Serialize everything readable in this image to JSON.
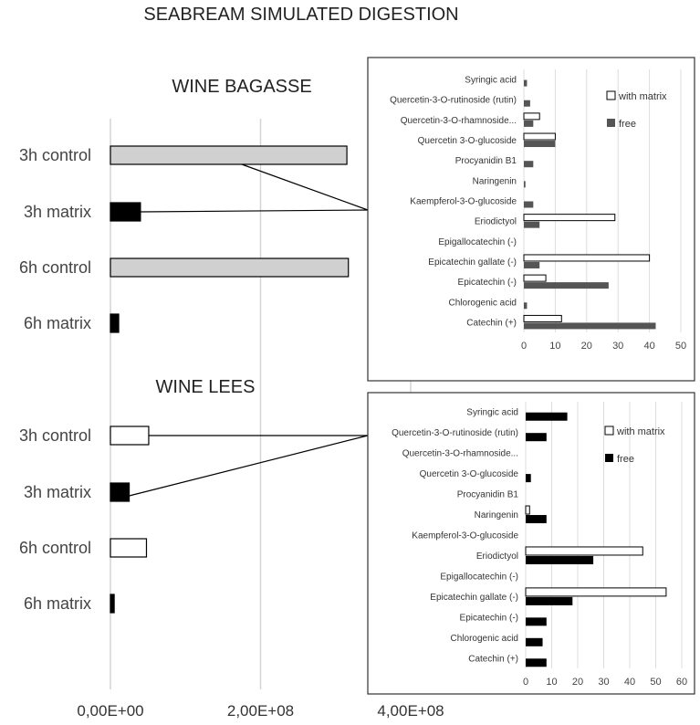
{
  "title": "SEABREAM SIMULATED DIGESTION",
  "chart_data": [
    {
      "id": "main",
      "type": "bar",
      "orientation": "horizontal",
      "x_tick_labels": [
        "0,00E+00",
        "2,00E+08",
        "4,00E+08"
      ],
      "x_ticks": [
        0,
        200000000,
        400000000
      ],
      "xlim": [
        0,
        400000000
      ],
      "grid": true,
      "groups": [
        {
          "title": "WINE BAGASSE",
          "bars": [
            {
              "label": "3h control",
              "value": 315000000,
              "color": "#d0d0d0"
            },
            {
              "label": "3h matrix",
              "value": 40000000,
              "color": "#000000"
            },
            {
              "label": "6h control",
              "value": 317000000,
              "color": "#d0d0d0"
            },
            {
              "label": "6h matrix",
              "value": 11000000,
              "color": "#000000"
            }
          ]
        },
        {
          "title": "WINE LEES",
          "bars": [
            {
              "label": "3h control",
              "value": 51000000,
              "color": "#ffffff"
            },
            {
              "label": "3h matrix",
              "value": 25000000,
              "color": "#000000"
            },
            {
              "label": "6h control",
              "value": 48000000,
              "color": "#ffffff"
            },
            {
              "label": "6h matrix",
              "value": 5000000,
              "color": "#000000"
            }
          ]
        }
      ]
    },
    {
      "id": "bagasse-detail",
      "type": "bar",
      "orientation": "horizontal",
      "categories": [
        "Syringic acid",
        "Quercetin-3-O-rutinoside (rutin)",
        "Quercetin-3-O-rhamnoside...",
        "Quercetin 3-O-glucoside",
        "Procyanidin B1",
        "Naringenin",
        "Kaempferol-3-O-glucoside",
        "Eriodictyol",
        "Epigallocatechin (-)",
        "Epicatechin gallate (-)",
        "Epicatechin (-)",
        "Chlorogenic acid",
        "Catechin (+)"
      ],
      "series": [
        {
          "name": "with matrix",
          "color": "#ffffff",
          "values": [
            0,
            0,
            5,
            10,
            0,
            0,
            0,
            29,
            0,
            40,
            7,
            0,
            12
          ]
        },
        {
          "name": "free",
          "color": "#555555",
          "values": [
            1,
            2,
            3,
            10,
            3,
            0.5,
            3,
            5,
            0,
            5,
            27,
            1,
            42
          ]
        }
      ],
      "x_ticks": [
        0,
        10,
        20,
        30,
        40,
        50
      ],
      "xlim": [
        0,
        50
      ],
      "grid": true,
      "legend": "top-right"
    },
    {
      "id": "lees-detail",
      "type": "bar",
      "orientation": "horizontal",
      "categories": [
        "Syringic acid",
        "Quercetin-3-O-rutinoside (rutin)",
        "Quercetin-3-O-rhamnoside...",
        "Quercetin 3-O-glucoside",
        "Procyanidin B1",
        "Naringenin",
        "Kaempferol-3-O-glucoside",
        "Eriodictyol",
        "Epigallocatechin (-)",
        "Epicatechin gallate (-)",
        "Epicatechin (-)",
        "Chlorogenic acid",
        "Catechin (+)"
      ],
      "series": [
        {
          "name": "with matrix",
          "color": "#ffffff",
          "values": [
            0,
            0,
            0,
            0,
            0,
            1.5,
            0,
            45,
            0,
            54,
            0,
            0,
            0
          ]
        },
        {
          "name": "free",
          "color": "#000000",
          "values": [
            16,
            8,
            0,
            2,
            0,
            8,
            0,
            26,
            0,
            18,
            8,
            6.5,
            8
          ]
        }
      ],
      "x_ticks": [
        0,
        10,
        20,
        30,
        40,
        50,
        60
      ],
      "xlim": [
        0,
        60
      ],
      "grid": true,
      "legend": "top-right"
    }
  ]
}
